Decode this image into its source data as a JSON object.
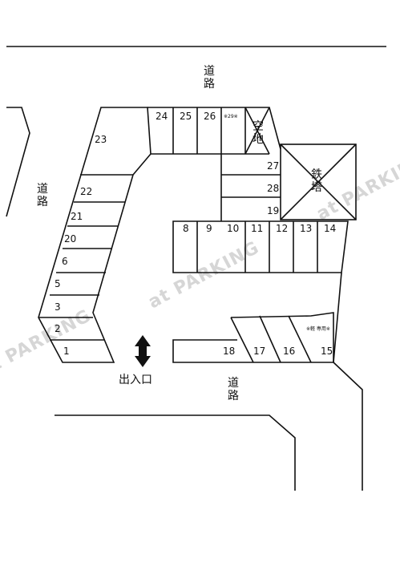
{
  "map": {
    "roads": {
      "top": "道路",
      "left": "道路",
      "bottom": "道路"
    },
    "entrance": "出入口",
    "features": {
      "vacant_lot": "空地",
      "tower": "鉄塔"
    },
    "note_light_only": "※軽 専用※",
    "spaces": [
      {
        "id": "1",
        "label": "1"
      },
      {
        "id": "2",
        "label": "2"
      },
      {
        "id": "3",
        "label": "3"
      },
      {
        "id": "5",
        "label": "5"
      },
      {
        "id": "6",
        "label": "6"
      },
      {
        "id": "20",
        "label": "20"
      },
      {
        "id": "21",
        "label": "21"
      },
      {
        "id": "22",
        "label": "22"
      },
      {
        "id": "23",
        "label": "23"
      },
      {
        "id": "24",
        "label": "24"
      },
      {
        "id": "25",
        "label": "25"
      },
      {
        "id": "26",
        "label": "26"
      },
      {
        "id": "29",
        "label": "※29※"
      },
      {
        "id": "27",
        "label": "27"
      },
      {
        "id": "28",
        "label": "28"
      },
      {
        "id": "19",
        "label": "19"
      },
      {
        "id": "8",
        "label": "8"
      },
      {
        "id": "9",
        "label": "9"
      },
      {
        "id": "10",
        "label": "10"
      },
      {
        "id": "11",
        "label": "11"
      },
      {
        "id": "12",
        "label": "12"
      },
      {
        "id": "13",
        "label": "13"
      },
      {
        "id": "14",
        "label": "14"
      },
      {
        "id": "18",
        "label": "18"
      },
      {
        "id": "17",
        "label": "17"
      },
      {
        "id": "16",
        "label": "16"
      },
      {
        "id": "15",
        "label": "15"
      }
    ],
    "watermark": "at PARKING"
  }
}
